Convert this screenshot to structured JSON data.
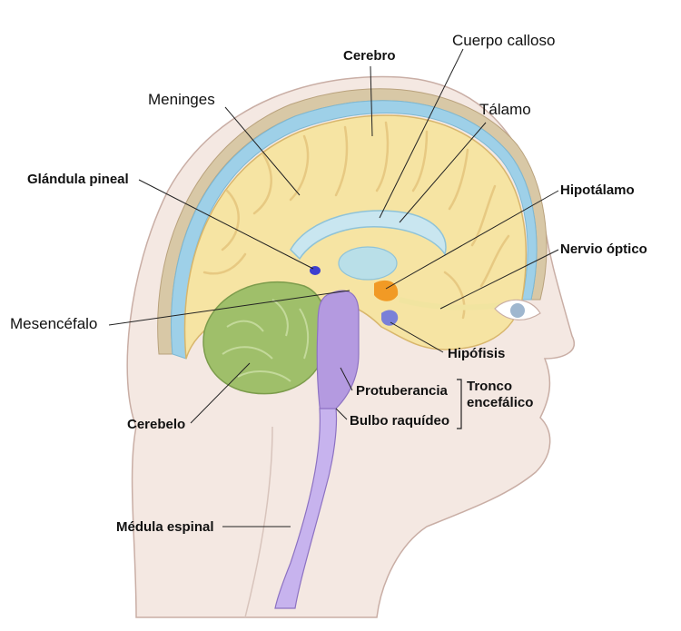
{
  "labels": {
    "cerebro": "Cerebro",
    "cuerpo_calloso": "Cuerpo calloso",
    "meninges": "Meninges",
    "talamo": "Tálamo",
    "glandula_pineal": "Glándula pineal",
    "hipotalamo": "Hipotálamo",
    "nervio_optico": "Nervio óptico",
    "mesencefalo": "Mesencéfalo",
    "hipofisis": "Hipófisis",
    "protuberancia": "Protuberancia",
    "tronco_line1": "Tronco",
    "tronco_line2": "encefálico",
    "bulbo_raquideo": "Bulbo raquídeo",
    "cerebelo": "Cerebelo",
    "medula_espinal": "Médula espinal"
  },
  "colors": {
    "cerebrum": "#f6e4a3",
    "cerebrum_fold": "#e7c982",
    "cerebellum": "#9fbf6a",
    "brainstem": "#b49ae0",
    "ventricle_blue": "#9ed0e8",
    "meninges_layer": "#d8c8a6",
    "hypothalamus": "#f19a25",
    "pituitary": "#7a80d8",
    "skin": "#f4e8e2",
    "outline": "#c9aea5"
  }
}
